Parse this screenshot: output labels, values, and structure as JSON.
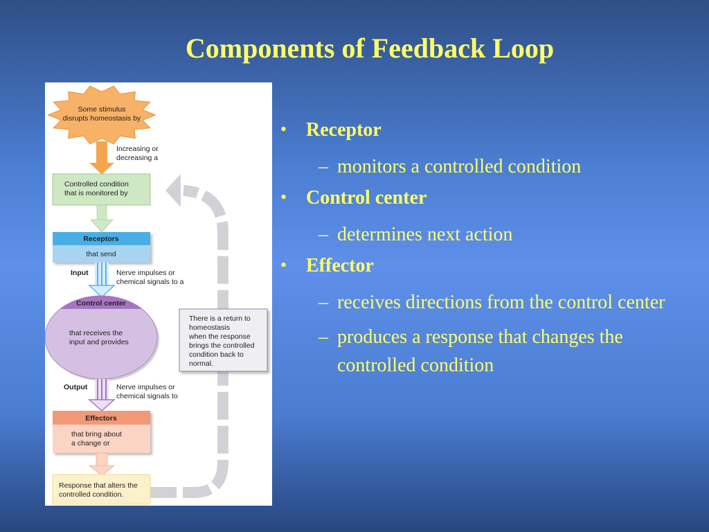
{
  "slide": {
    "title": "Components of Feedback Loop"
  },
  "diagram": {
    "stimulus": [
      "Some stimulus",
      "disrupts homeostasis by"
    ],
    "increase_note": [
      "Increasing or",
      "decreasing a"
    ],
    "controlled_condition": [
      "Controlled condition",
      "that is monitored by"
    ],
    "receptors_header": "Receptors",
    "receptors_body": "that send",
    "input_label": "Input",
    "input_note": [
      "Nerve impulses or",
      "chemical signals to a"
    ],
    "control_center_header": "Control center",
    "control_center_body": [
      "that receives the",
      "input and provides"
    ],
    "output_label": "Output",
    "output_note": [
      "Nerve impulses or",
      "chemical signals to"
    ],
    "effectors_header": "Effectors",
    "effectors_body": [
      "that bring about",
      "a change or"
    ],
    "response": [
      "Response that alters the",
      "controlled condition."
    ],
    "return_note": [
      "There is a return to",
      "homeostasis",
      "when the response",
      "brings the controlled",
      "condition back to",
      "normal."
    ]
  },
  "bullets": [
    {
      "heading": "Receptor",
      "subs": [
        "monitors a controlled condition"
      ]
    },
    {
      "heading": "Control center",
      "subs": [
        "determines next action"
      ]
    },
    {
      "heading": "Effector",
      "subs": [
        "receives directions from the control center",
        "produces a response that changes the controlled condition"
      ]
    }
  ],
  "colors": {
    "title": "#ffff66",
    "stimulus_burst": "#f7b267",
    "controlled_box": "#cfe8c4",
    "receptors_header": "#4aaee6",
    "receptors_body": "#a8d4f2",
    "control_center": "#d5c0e3",
    "control_center_header": "#a774c2",
    "effectors_header": "#f09a78",
    "effectors_body": "#fbd4c4",
    "response_box": "#fdf1cc",
    "return_arrow": "#d2d2d6"
  }
}
